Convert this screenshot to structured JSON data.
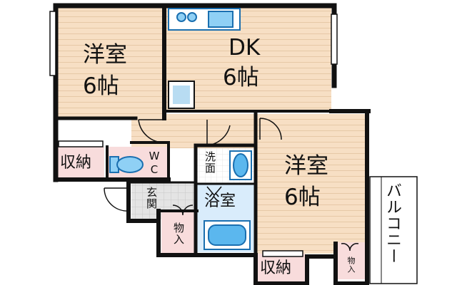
{
  "rooms": {
    "west_room": {
      "name": "洋室",
      "size": "6帖"
    },
    "dk": {
      "name": "DK",
      "size": "6帖"
    },
    "east_room": {
      "name": "洋室",
      "size": "6帖"
    },
    "storage_west": {
      "name": "収納"
    },
    "storage_south": {
      "name": "収納"
    },
    "wc": {
      "name": "WC"
    },
    "entrance": {
      "name": "玄関"
    },
    "washroom": {
      "name": "洗面"
    },
    "bathroom": {
      "name": "浴室"
    },
    "closet_left": {
      "name": "物入"
    },
    "closet_right": {
      "name": "物入"
    },
    "balcony": {
      "name": "バルコニー"
    }
  },
  "colors": {
    "wall": "#111111",
    "wood_floor": "#f7dfc4",
    "wood_line": "#e6c8a6",
    "tatami_pink": "#f8dcdc",
    "tile_blue": "#5bb7ee",
    "tile_light": "#d9ecfb",
    "entrance_grey": "#dedede"
  }
}
